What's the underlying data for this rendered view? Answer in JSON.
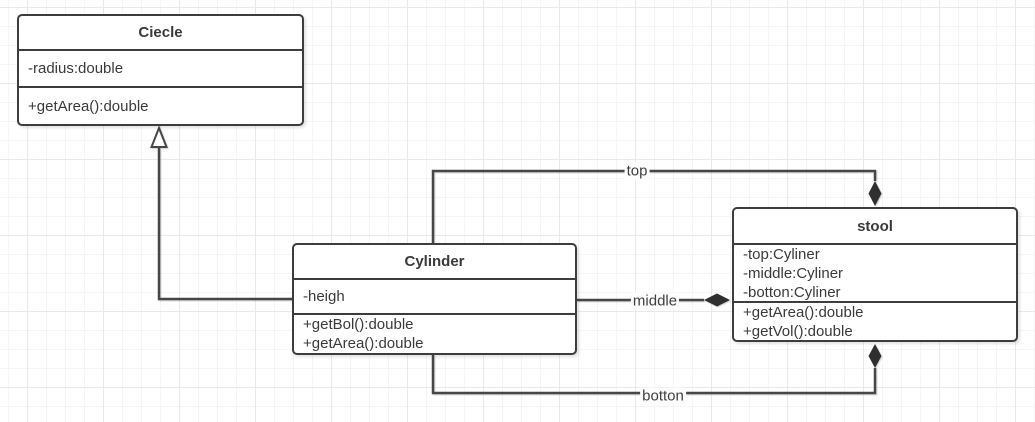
{
  "classes": [
    {
      "name": "Ciecle",
      "attributes": [
        "-radius:double"
      ],
      "methods": [
        "+getArea():double"
      ]
    },
    {
      "name": "Cylinder",
      "attributes": [
        "-heigh"
      ],
      "methods": [
        "+getBol():double",
        "+getArea():double"
      ]
    },
    {
      "name": "stool",
      "attributes": [
        "-top:Cyliner",
        "-middle:Cyliner",
        "-botton:Cyliner"
      ],
      "methods": [
        "+getArea():double",
        "+getVol():double"
      ]
    }
  ],
  "connectors": [
    {
      "type": "generalization",
      "from": "Cylinder",
      "to": "Ciecle",
      "label": ""
    },
    {
      "type": "composition",
      "from": "Cylinder",
      "to": "stool",
      "label": "top"
    },
    {
      "type": "composition",
      "from": "Cylinder",
      "to": "stool",
      "label": "middle"
    },
    {
      "type": "composition",
      "from": "Cylinder",
      "to": "stool",
      "label": "botton"
    }
  ],
  "colors": {
    "line": "#464646",
    "text": "#3a3a3a",
    "box_background": "#ffffff",
    "grid_minor": "#f5f5f5",
    "grid_major": "#e9e9e9",
    "diamond_fill": "#2f2f2f"
  }
}
